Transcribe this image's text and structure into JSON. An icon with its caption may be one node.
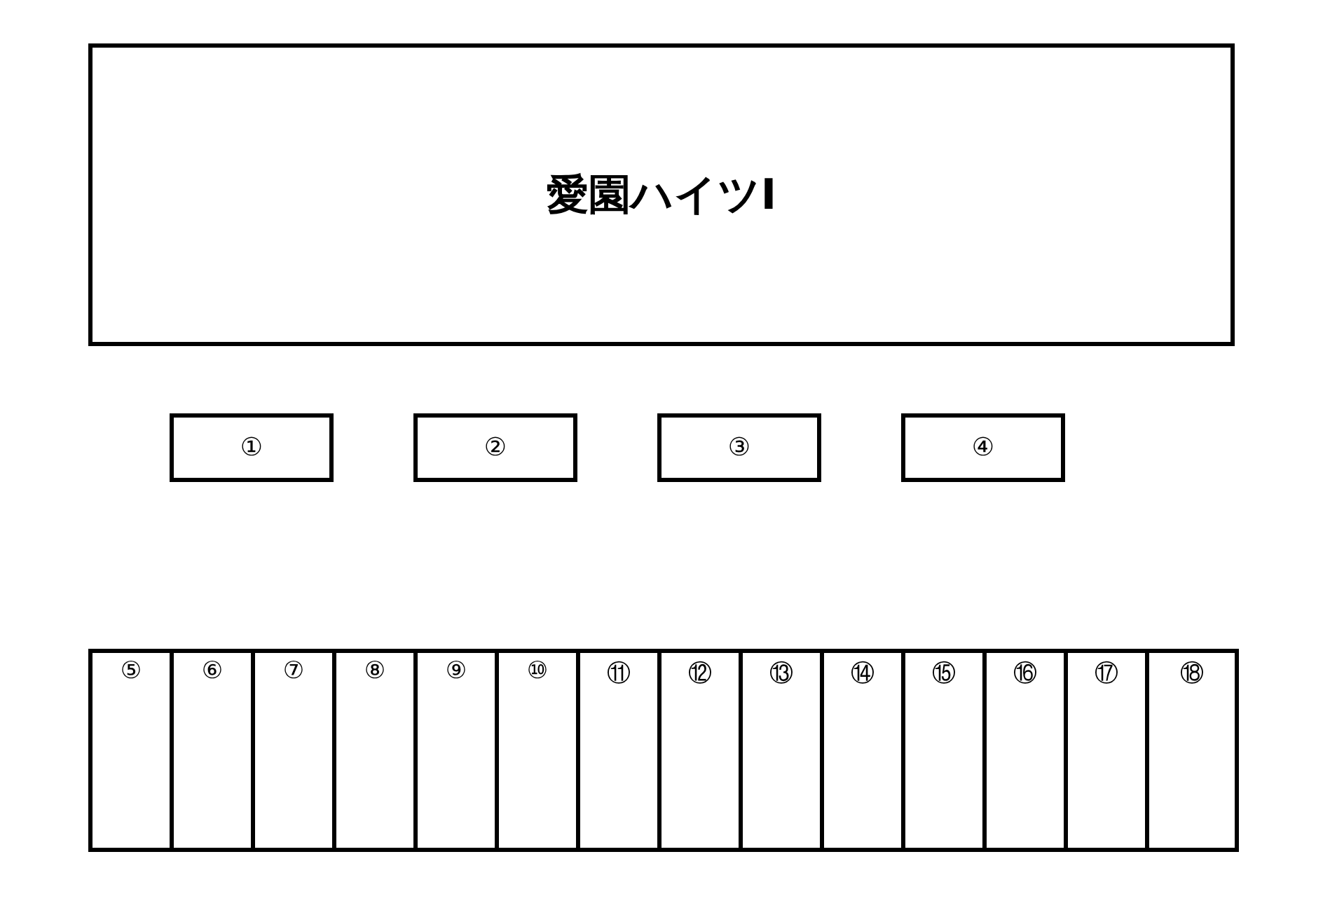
{
  "diagram": {
    "nodes": [
      {
        "text": [
          "愛園ハイツⅠ"
        ]
      },
      {
        "text": [
          "①"
        ]
      },
      {
        "text": [
          "②"
        ]
      },
      {
        "text": [
          "③"
        ]
      },
      {
        "text": [
          "④"
        ]
      },
      {
        "text": [
          "⑤"
        ]
      },
      {
        "text": [
          "⑥"
        ]
      },
      {
        "text": [
          "⑦"
        ]
      },
      {
        "text": [
          "⑧"
        ]
      },
      {
        "text": [
          "⑨"
        ]
      },
      {
        "text": [
          "⑩"
        ]
      },
      {
        "text": [
          "⑪"
        ]
      },
      {
        "text": [
          "⑫"
        ]
      },
      {
        "text": [
          "⑬"
        ]
      },
      {
        "text": [
          "⑭"
        ]
      },
      {
        "text": [
          "⑮"
        ]
      },
      {
        "text": [
          "⑯"
        ]
      },
      {
        "text": [
          "⑰"
        ]
      },
      {
        "text": [
          "⑱"
        ]
      }
    ],
    "edges": []
  }
}
